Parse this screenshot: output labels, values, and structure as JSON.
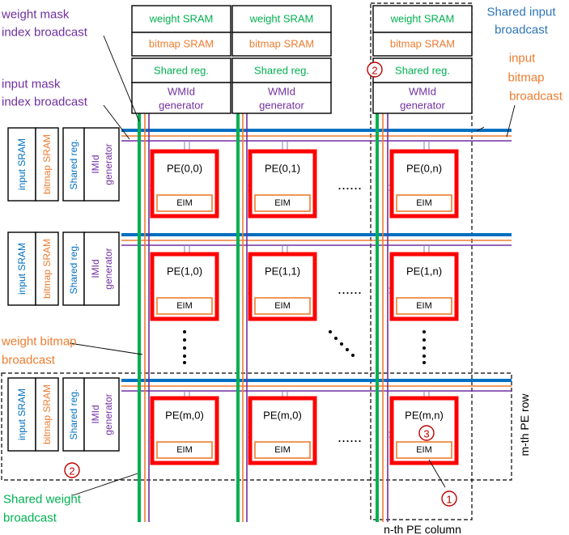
{
  "column_top": {
    "weight_sram": "weight SRAM",
    "bitmap_sram": "bitmap SRAM",
    "shared_reg": "Shared reg.",
    "wmid_line1": "WMId",
    "wmid_line2": "generator"
  },
  "row_left": {
    "input_sram": "input SRAM",
    "bitmap_sram": "bitmap SRAM",
    "shared_reg": "Shared reg.",
    "imid_line1": "IMId",
    "imid_line2": "generator"
  },
  "pe": {
    "eim": "EIM",
    "labels": [
      [
        "PE(0,0)",
        "PE(0,1)",
        "PE(0,n)"
      ],
      [
        "PE(1,0)",
        "PE(1,1)",
        "PE(1,n)"
      ],
      [
        "PE(m,0)",
        "PE(m,0)",
        "PE(m,n)"
      ]
    ]
  },
  "annotations": {
    "weight_mask_1": "weight mask",
    "weight_mask_2": "index broadcast",
    "input_mask_1": "input mask",
    "input_mask_2": "index broadcast",
    "shared_input_1": "Shared input",
    "shared_input_2": "broadcast",
    "input_bitmap_1": "input",
    "input_bitmap_2": "bitmap",
    "input_bitmap_3": "broadcast",
    "weight_bitmap_1": "weight bitmap",
    "weight_bitmap_2": "broadcast",
    "shared_weight_1": "Shared weight",
    "shared_weight_2": "broadcast",
    "mth_row": "m-th PE row",
    "nth_col": "n-th PE column"
  },
  "markers": {
    "one": "1",
    "two": "2",
    "three": "3"
  },
  "ellipsis": "......",
  "colors": {
    "green": "#00b050",
    "orange": "#ed7d31",
    "purple": "#7030a0",
    "blue": "#0070c0",
    "red": "#ff0000",
    "marker": "#c00000",
    "annot_purple": "#7030a0",
    "annot_blue": "#2e75b6",
    "annot_orange": "#ed7d31",
    "annot_green": "#00b050"
  }
}
